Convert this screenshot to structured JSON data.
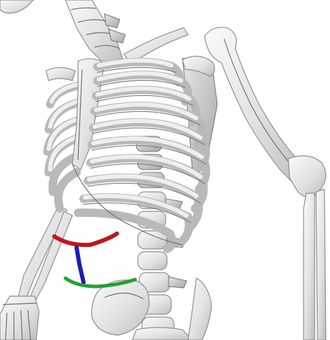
{
  "scene": {
    "subject": "skeleton-torso-3d-render",
    "background_color": "#ffffff",
    "bone_color": "#e6e6e6",
    "markers": [
      {
        "name": "red-curve-marker",
        "color": "#c0161b"
      },
      {
        "name": "blue-line-marker",
        "color": "#1c1cb8"
      },
      {
        "name": "green-curve-marker",
        "color": "#24a12e"
      }
    ]
  }
}
